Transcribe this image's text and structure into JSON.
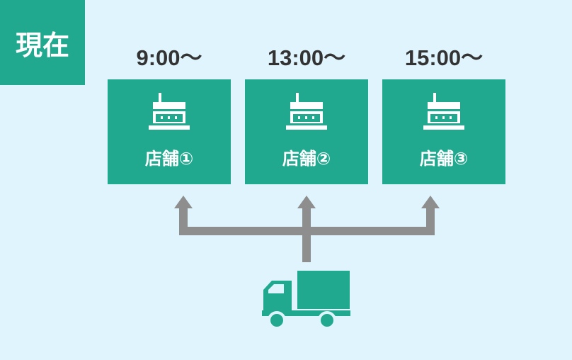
{
  "badge": {
    "label": "現在"
  },
  "stores": [
    {
      "time": "9:00〜",
      "name": "店舗①"
    },
    {
      "time": "13:00〜",
      "name": "店舗②"
    },
    {
      "time": "15:00〜",
      "name": "店舗③"
    }
  ],
  "colors": {
    "primary": "#21a98f",
    "background": "#dff4fc",
    "connector": "#8e8e8e",
    "text_dark": "#333333",
    "text_light": "#ffffff"
  },
  "icons": {
    "store": "store-building-icon",
    "truck": "delivery-truck-icon"
  }
}
